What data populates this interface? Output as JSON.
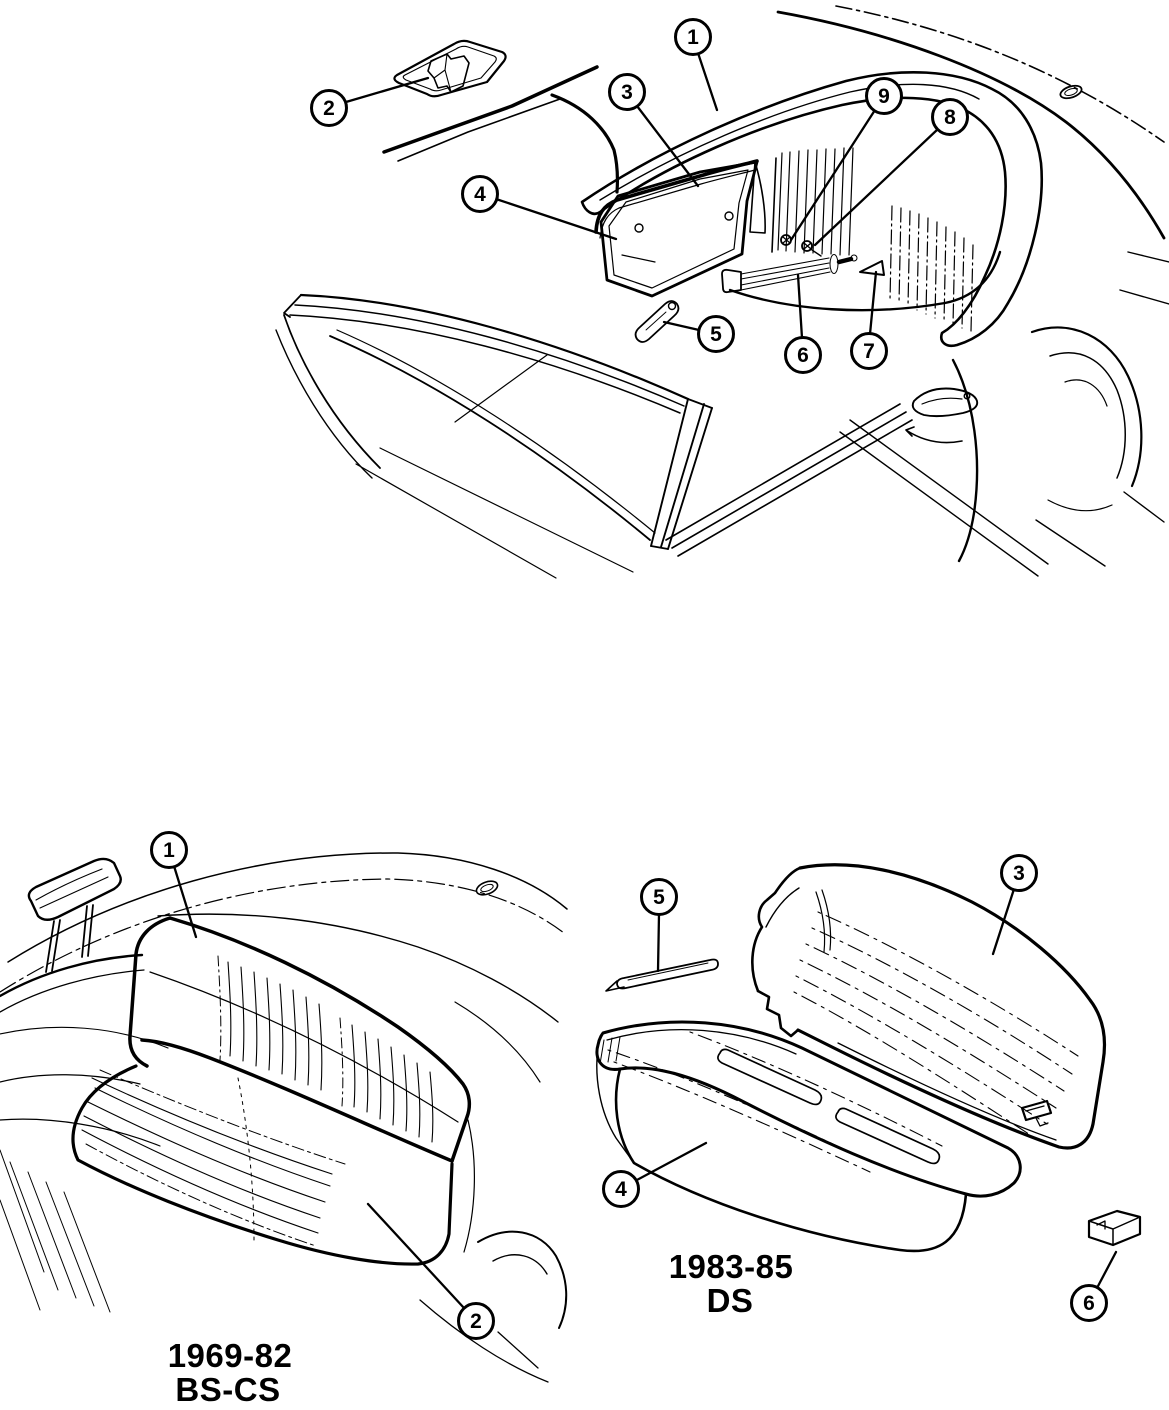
{
  "style": {
    "background": "#ffffff",
    "line_color": "#000000"
  },
  "top_diagram": {
    "callouts": [
      {
        "label": "1"
      },
      {
        "label": "2"
      },
      {
        "label": "3"
      },
      {
        "label": "4"
      },
      {
        "label": "5"
      },
      {
        "label": "6"
      },
      {
        "label": "7"
      },
      {
        "label": "8"
      },
      {
        "label": "9"
      }
    ]
  },
  "bottom_left_diagram": {
    "callouts": [
      {
        "label": "1"
      },
      {
        "label": "2"
      }
    ],
    "caption": {
      "line1": "1969-82",
      "line2": "BS-CS"
    }
  },
  "bottom_right_diagram": {
    "callouts": [
      {
        "label": "5"
      },
      {
        "label": "3"
      },
      {
        "label": "4"
      },
      {
        "label": "6"
      }
    ],
    "caption": {
      "line1": "1983-85",
      "line2": "DS"
    }
  }
}
